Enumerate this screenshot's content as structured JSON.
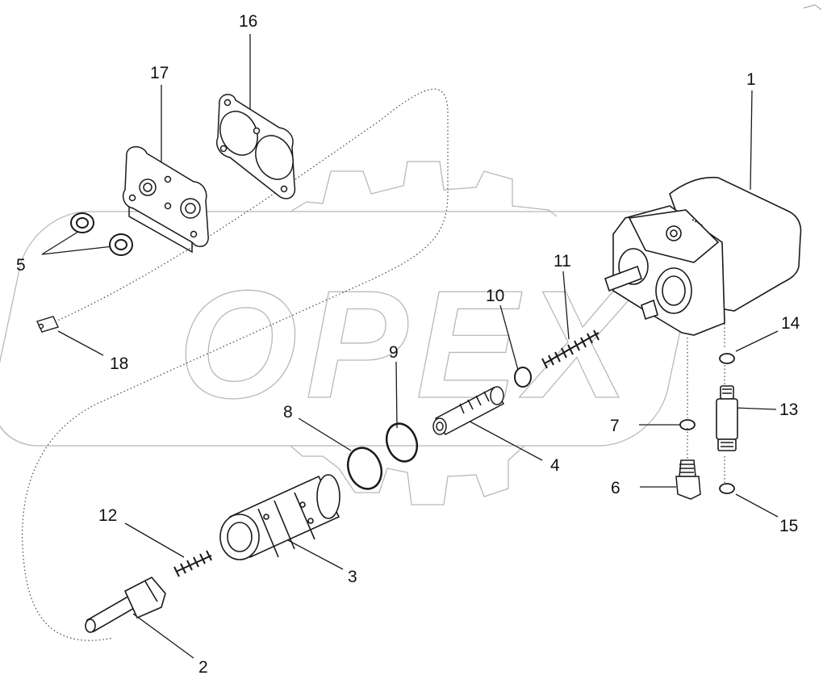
{
  "watermark": {
    "text": "OPEX"
  },
  "colors": {
    "line": "#1a1a1a",
    "fill": "#ffffff",
    "watermark": "#b8b8b8"
  },
  "callouts": {
    "c1": "1",
    "c2": "2",
    "c3": "3",
    "c4": "4",
    "c5": "5",
    "c6": "6",
    "c7": "7",
    "c8": "8",
    "c9": "9",
    "c10": "10",
    "c11": "11",
    "c12": "12",
    "c13": "13",
    "c14": "14",
    "c15": "15",
    "c16": "16",
    "c17": "17",
    "c18": "18"
  }
}
